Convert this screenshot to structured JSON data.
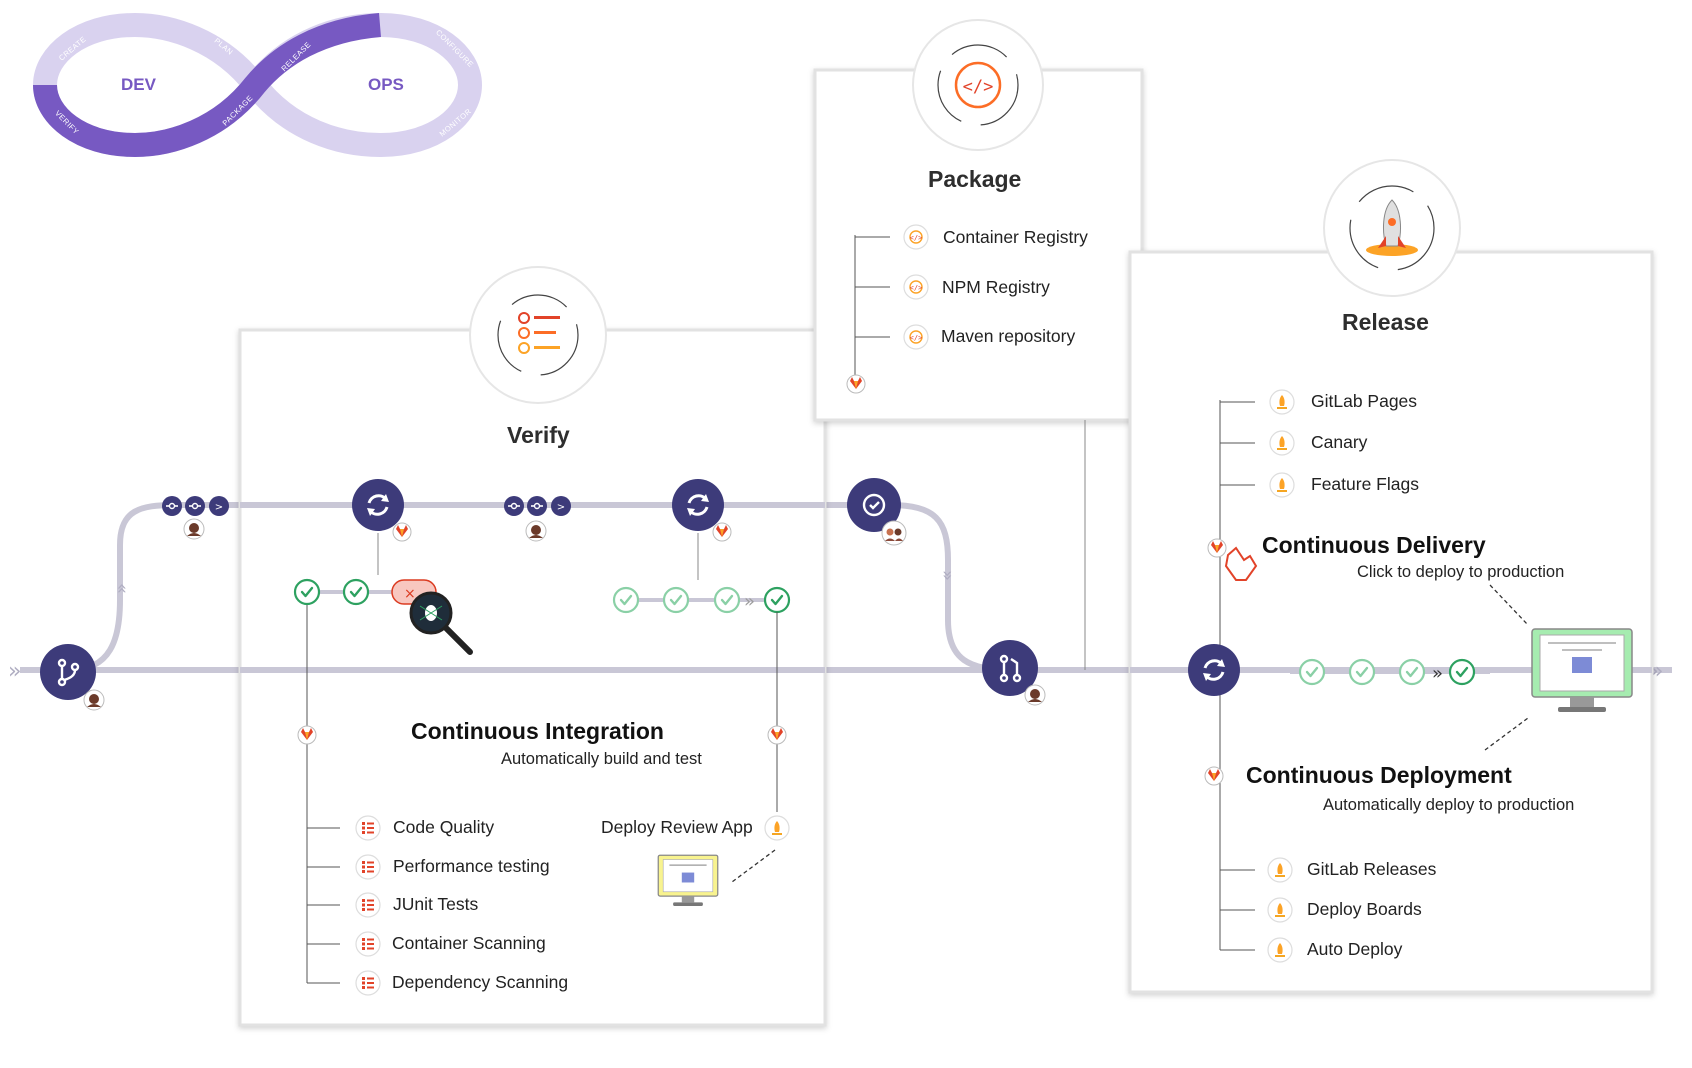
{
  "loop": {
    "dev": "DEV",
    "ops": "OPS",
    "labels": [
      "CREATE",
      "PLAN",
      "VERIFY",
      "PACKAGE",
      "RELEASE",
      "CONFIGURE",
      "MONITOR"
    ]
  },
  "verify": {
    "title": "Verify",
    "ci_heading": "Continuous Integration",
    "ci_sub": "Automatically build and test",
    "items": [
      "Code Quality",
      "Performance testing",
      "JUnit Tests",
      "Container Scanning",
      "Dependency Scanning"
    ],
    "review_app": "Deploy Review App"
  },
  "package": {
    "title": "Package",
    "items": [
      "Container Registry",
      "NPM Registry",
      "Maven repository"
    ]
  },
  "release": {
    "title": "Release",
    "items_top": [
      "GitLab Pages",
      "Canary",
      "Feature Flags"
    ],
    "cd_heading": "Continuous Delivery",
    "cd_sub": "Click to deploy to production",
    "cdep_heading": "Continuous Deployment",
    "cdep_sub": "Automatically deploy to production",
    "items_bottom": [
      "GitLab Releases",
      "Deploy Boards",
      "Auto Deploy"
    ]
  },
  "colors": {
    "pipeline_node": "#3d3b7a",
    "track": "#c9c7d6",
    "success": "#2da160",
    "fail": "#db3b21",
    "loop_dark": "#7759c2",
    "loop_light": "#d9d2ef",
    "rocket": "#f5a623"
  },
  "icons": {
    "branch": "git-branch-icon",
    "sync": "pipeline-sync-icon",
    "merge": "merge-request-icon",
    "check": "check-circle-icon",
    "bug": "bug-magnifier-icon",
    "monitor": "monitor-icon",
    "rocket": "rocket-icon",
    "tanuki": "gitlab-tanuki-icon",
    "pointer": "hand-pointer-icon"
  }
}
